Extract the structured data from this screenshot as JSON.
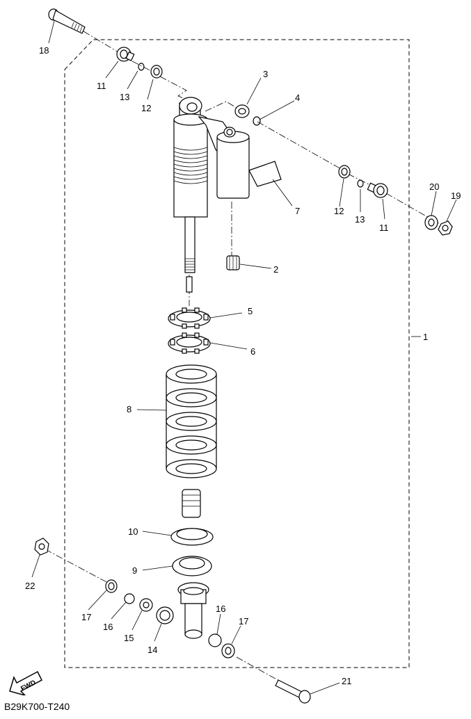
{
  "diagram_code": "B29K700-T240",
  "fwd_label": "FWD",
  "callouts": {
    "c1": "1",
    "c2": "2",
    "c3": "3",
    "c4": "4",
    "c5": "5",
    "c6": "6",
    "c7": "7",
    "c8": "8",
    "c9": "9",
    "c10": "10",
    "c11a": "11",
    "c11b": "11",
    "c12a": "12",
    "c12b": "12",
    "c13a": "13",
    "c13b": "13",
    "c14": "14",
    "c15": "15",
    "c16a": "16",
    "c16b": "16",
    "c17a": "17",
    "c17b": "17",
    "c18": "18",
    "c19": "19",
    "c20": "20",
    "c21": "21",
    "c22": "22"
  }
}
